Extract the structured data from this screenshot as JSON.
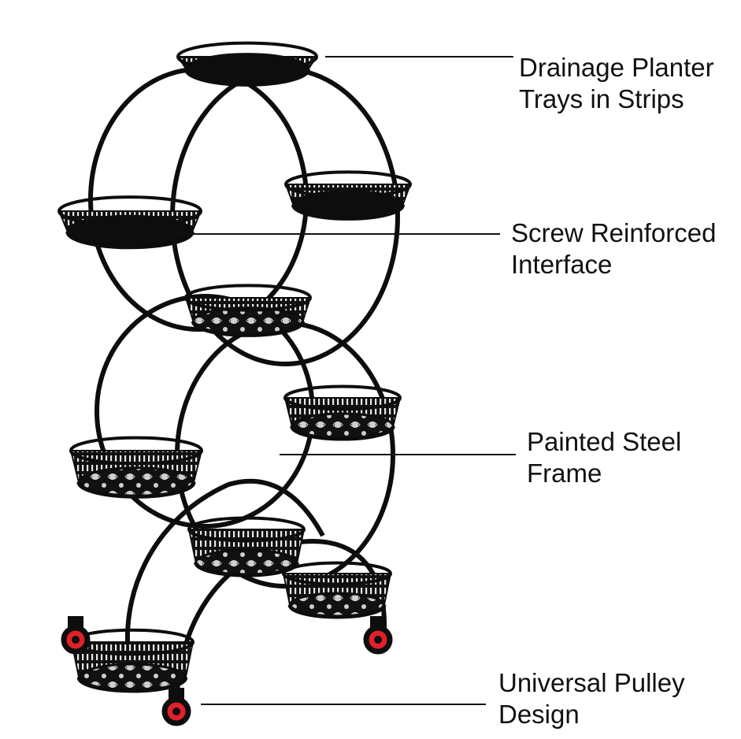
{
  "colors": {
    "frame": "#0d0d0d",
    "wheel": "#e0202a",
    "leader_line": "#111111",
    "text": "#111111",
    "background": "#ffffff"
  },
  "product": {
    "icon": "plant-stand-illustration"
  },
  "callouts": [
    {
      "line1": "Drainage Planter",
      "line2": "Trays in Strips"
    },
    {
      "line1": "Screw Reinforced",
      "line2": "Interface"
    },
    {
      "line1": "Painted Steel",
      "line2": "Frame"
    },
    {
      "line1": "Universal Pulley",
      "line2": "Design"
    }
  ]
}
